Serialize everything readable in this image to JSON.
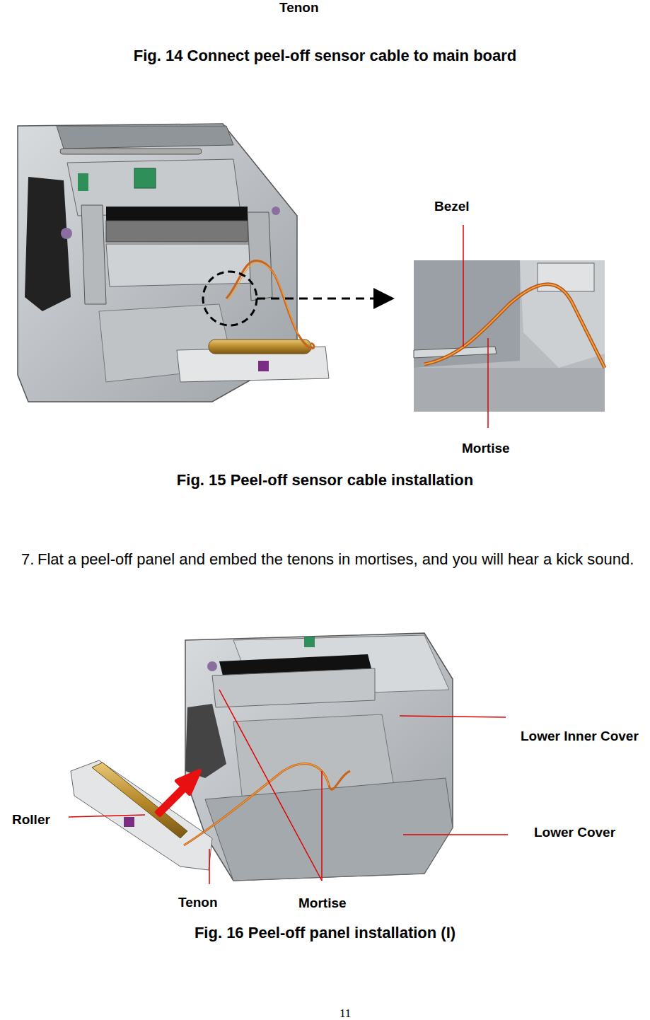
{
  "diagram": {
    "labels": [
      "Tenon",
      "Fig. 14 Connect peel-off sensor cable to main board",
      "Bezel",
      "Mortise",
      "Fig. 15 Peel-off sensor cable installation",
      "7.",
      "Flat a peel-off panel and embed the tenons in mortises, and you will hear a kick sound.",
      "Lower Inner Cover",
      "Roller",
      "Lower Cover",
      "Tenon",
      "Mortise",
      "Fig. 16 Peel-off panel installation (I)",
      "11"
    ]
  }
}
